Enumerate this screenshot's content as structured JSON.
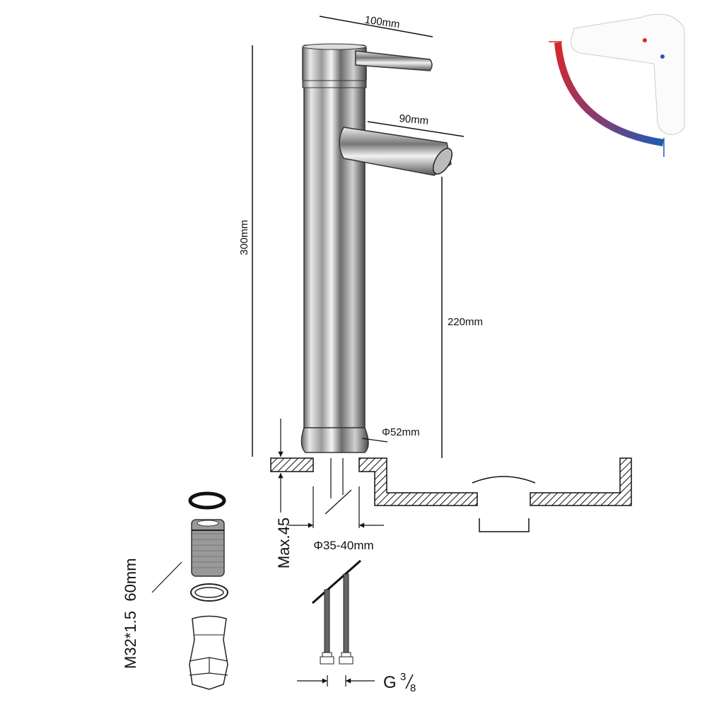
{
  "dimensions": {
    "lever_length": "100mm",
    "total_height": "300mm",
    "spout_length": "90mm",
    "spout_height": "220mm",
    "base_diameter": "Φ52mm",
    "hole_diameter": "Φ35-40mm",
    "max_thickness": "Max.45",
    "connector_thread": "G",
    "connector_fraction_num": "3",
    "connector_fraction_den": "8",
    "bolt_thread": "M32*1.5",
    "bolt_length": "60mm"
  },
  "colors": {
    "hot": "#d9262c",
    "cold": "#1e5cb3",
    "line": "#111111",
    "chrome_dark": "#555555",
    "chrome_light": "#eeeeee"
  },
  "icons": [
    "hot-cold-mixer-icon",
    "faucet-illustration",
    "hose-icon",
    "mounting-kit-icon"
  ]
}
